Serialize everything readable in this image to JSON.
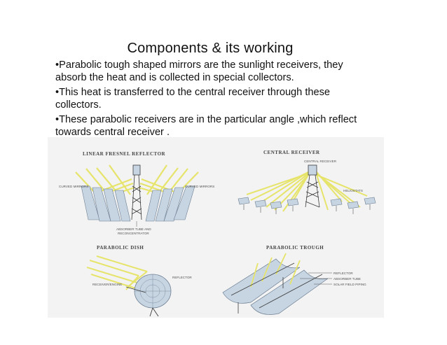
{
  "slide": {
    "title": "Components & its working",
    "bullets": [
      "•Parabolic  tough shaped mirrors are the sunlight receivers, they absorb the heat and is collected in special collectors.",
      "•This heat is transferred to the central receiver through these collectors.",
      "•These parabolic receivers are in the particular angle ,which reflect towards central receiver ."
    ]
  },
  "figure": {
    "panels": {
      "linear_fresnel": {
        "title": "LINEAR FRESNEL REFLECTOR",
        "curved_mirrors_left": "CURVED MIRRORS",
        "curved_mirrors_right": "CURVED MIRRORS",
        "absorber_line1": "ABSORBER TUBE AND",
        "absorber_line2": "RECONCENTRATOR"
      },
      "central_receiver": {
        "title": "CENTRAL RECEIVER",
        "receiver": "CENTRAL RECEIVER",
        "heliostats": "HELIOSTATS"
      },
      "parabolic_dish": {
        "title": "PARABOLIC DISH",
        "reflector": "REFLECTOR",
        "receiver_engine": "RECEIVER/ENGINE"
      },
      "parabolic_trough": {
        "title": "PARABOLIC TROUGH",
        "reflector": "REFLECTOR",
        "absorber_tube": "ABSORBER TUBE",
        "solar_field_piping": "SOLAR FIELD PIPING"
      }
    },
    "colors": {
      "ray": "#e6e46a",
      "mirror": "#c7d5e3",
      "mirror_edge": "#6d7f92",
      "steel": "#3b3b3b"
    }
  }
}
